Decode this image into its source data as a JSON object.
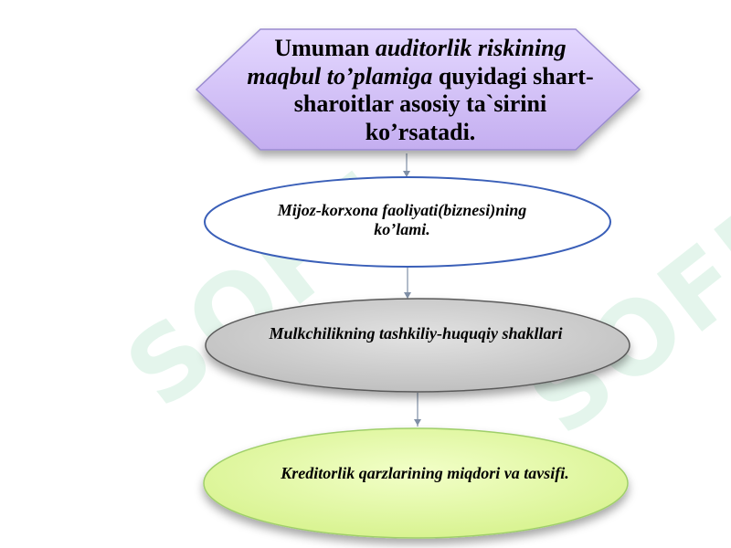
{
  "watermark": {
    "text": "SOFF"
  },
  "header": {
    "part1": "Umuman ",
    "part2_italic": "auditorlik riskining maqbul to’plamiga",
    "part3": " quyidagi shart-sharoitlar asosiy ta`sirini ko’rsatadi."
  },
  "nodes": [
    {
      "label": "Mijoz-korxona faoliyati(biznesi)ning ko’lami.",
      "fill": "#ffffff",
      "stroke": "#3a5fb8"
    },
    {
      "label": "Mulkchilikning tashkiliy-huquqiy shakllari",
      "fill": "#cfcfcf",
      "stroke": "#5a5a5a"
    },
    {
      "label": "Kreditorlik qarzlarining miqdori va tavsifi.",
      "fill": "#e3f7a8",
      "stroke": "#9fcf6a"
    }
  ],
  "colors": {
    "hexagon_fill_top": "#e4d8ff",
    "hexagon_fill_bottom": "#c4aef0",
    "hexagon_stroke": "#9a8ccf",
    "connector": "#7f8fa6"
  }
}
